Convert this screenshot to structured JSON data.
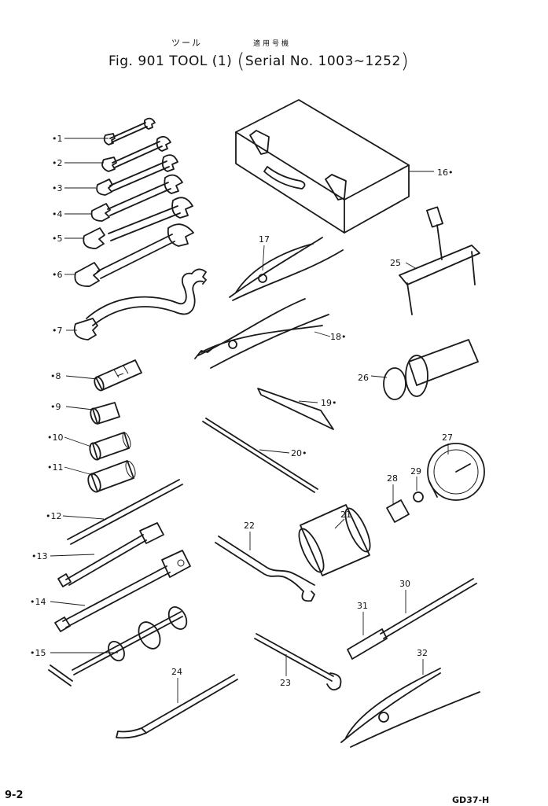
{
  "header": {
    "jp_title": "ツール",
    "jp_serial": "適用号機",
    "title": "Fig. 901 TOOL (1)",
    "serial_open": "(",
    "serial": "Serial No. 1003∼1252",
    "serial_close": ")"
  },
  "footer": {
    "page": "9-2",
    "code": "GD37-H"
  },
  "parts": [
    {
      "no": "•1"
    },
    {
      "no": "•2"
    },
    {
      "no": "•3"
    },
    {
      "no": "•4"
    },
    {
      "no": "•5"
    },
    {
      "no": "•6"
    },
    {
      "no": "•7"
    },
    {
      "no": "•8"
    },
    {
      "no": "•9"
    },
    {
      "no": "•10"
    },
    {
      "no": "•11"
    },
    {
      "no": "•12"
    },
    {
      "no": "•13"
    },
    {
      "no": "•14"
    },
    {
      "no": "•15"
    },
    {
      "no": "16•"
    },
    {
      "no": "17"
    },
    {
      "no": "18•"
    },
    {
      "no": "19•"
    },
    {
      "no": "20•"
    },
    {
      "no": "21"
    },
    {
      "no": "22"
    },
    {
      "no": "23"
    },
    {
      "no": "24"
    },
    {
      "no": "25"
    },
    {
      "no": "26"
    },
    {
      "no": "27"
    },
    {
      "no": "28"
    },
    {
      "no": "29"
    },
    {
      "no": "30"
    },
    {
      "no": "31"
    },
    {
      "no": "32"
    }
  ]
}
